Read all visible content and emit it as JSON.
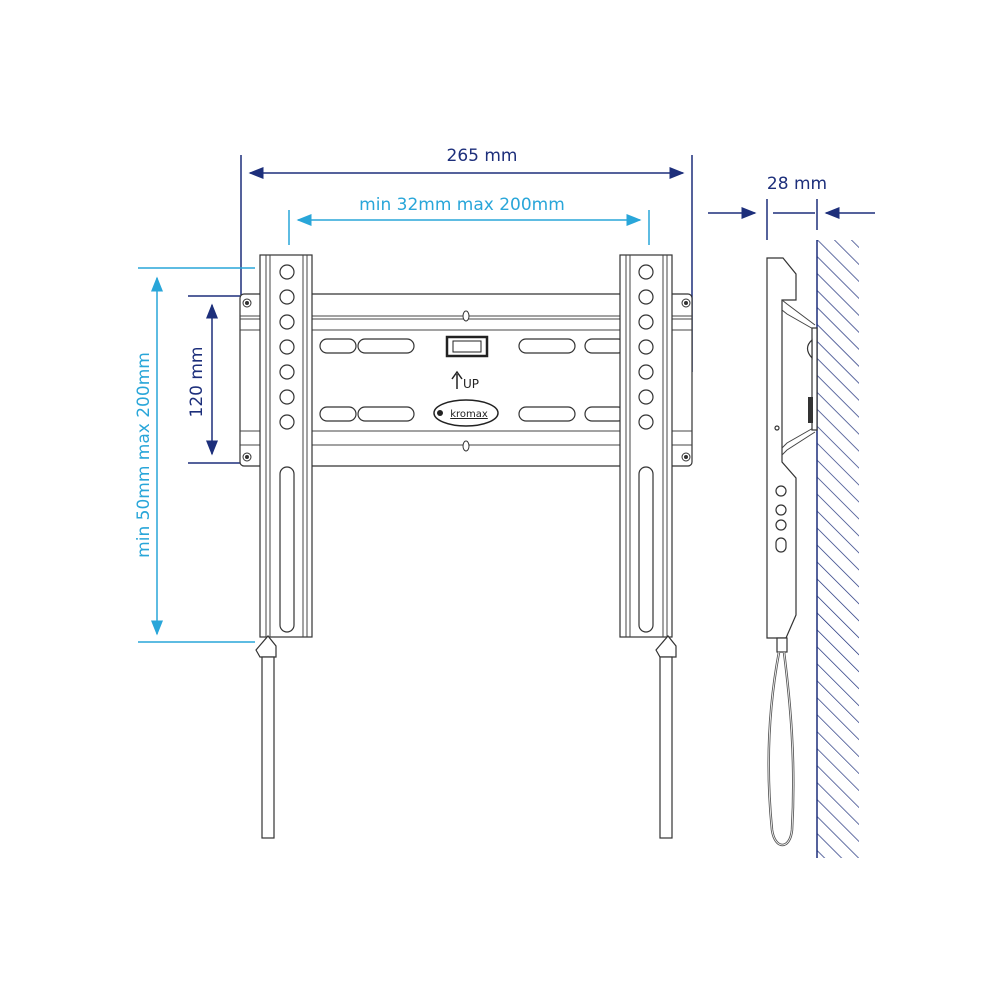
{
  "dimensions": {
    "overall_width": "265 mm",
    "horizontal_vesa": "min 32mm max 200mm",
    "depth": "28 mm",
    "vertical_vesa": "min 50mm max 200mm",
    "rail_spacing": "120 mm"
  },
  "bracket": {
    "up_label": "UP",
    "brand_logo": "kromax"
  },
  "colors": {
    "navy": "#1d2f7b",
    "cyan": "#29a6d9",
    "line": "#333333"
  }
}
